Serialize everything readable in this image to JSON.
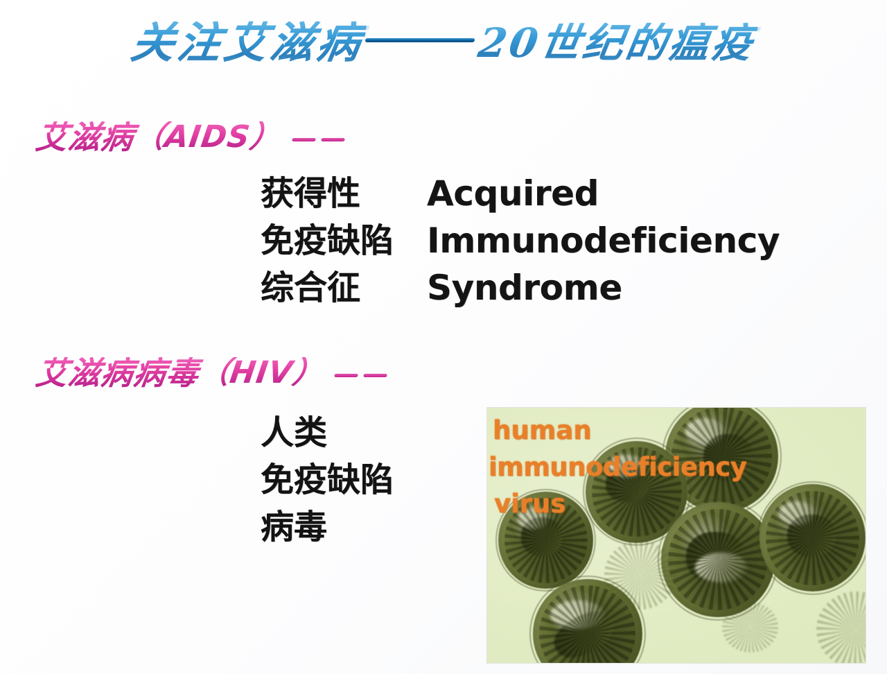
{
  "slide": {
    "title": {
      "main": "关注艾滋病",
      "separator": "——",
      "subtitle": "20世纪的瘟疫",
      "color": "#1b8fd4"
    },
    "sections": [
      {
        "heading_cn": "艾滋病",
        "heading_paren": "（AIDS）",
        "heading_dashes": "——",
        "heading_color": "#e23fa3",
        "rows": [
          {
            "cn": "获得性",
            "en": "Acquired"
          },
          {
            "cn": "免疫缺陷",
            "en": "Immunodeficiency"
          },
          {
            "cn": "综合征",
            "en": "Syndrome"
          }
        ]
      },
      {
        "heading_cn": "艾滋病病毒",
        "heading_paren": "（HIV）",
        "heading_dashes": "——",
        "heading_color": "#e23fa3",
        "rows": [
          {
            "cn": "人类",
            "en": ""
          },
          {
            "cn": "免疫缺陷",
            "en": ""
          },
          {
            "cn": "病毒",
            "en": ""
          }
        ]
      }
    ],
    "micrograph": {
      "caption_line1": "human",
      "caption_line2": "immunodeficiency",
      "caption_line3": "virus",
      "caption_color": "#e8802a",
      "background_color": "#e2ecc4",
      "cell_color": "#525c28"
    }
  }
}
